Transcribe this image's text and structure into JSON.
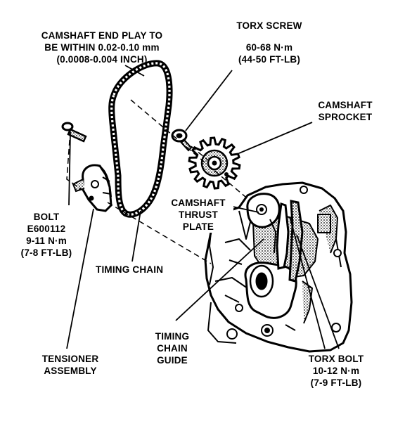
{
  "labels": {
    "camshaft_end_play": {
      "line1": "CAMSHAFT END PLAY TO",
      "line2": "BE WITHIN 0.02-0.10 mm",
      "line3": "(0.0008-0.004 INCH)"
    },
    "torx_screw": {
      "line1": "TORX SCREW",
      "line2": "60-68 N·m",
      "line3": "(44-50 FT-LB)"
    },
    "camshaft_sprocket": {
      "line1": "CAMSHAFT",
      "line2": "SPROCKET"
    },
    "camshaft_thrust_plate": {
      "line1": "CAMSHAFT",
      "line2": "THRUST",
      "line3": "PLATE"
    },
    "bolt": {
      "line1": "BOLT",
      "line2": "E600112",
      "line3": "9-11 N·m",
      "line4": "(7-8 FT-LB)"
    },
    "timing_chain": "TIMING CHAIN",
    "timing_chain_guide": {
      "line1": "TIMING",
      "line2": "CHAIN",
      "line3": "GUIDE"
    },
    "tensioner_assembly": {
      "line1": "TENSIONER",
      "line2": "ASSEMBLY"
    },
    "torx_bolt": {
      "line1": "TORX BOLT",
      "line2": "10-12 N·m",
      "line3": "(7-9 FT-LB)"
    }
  }
}
